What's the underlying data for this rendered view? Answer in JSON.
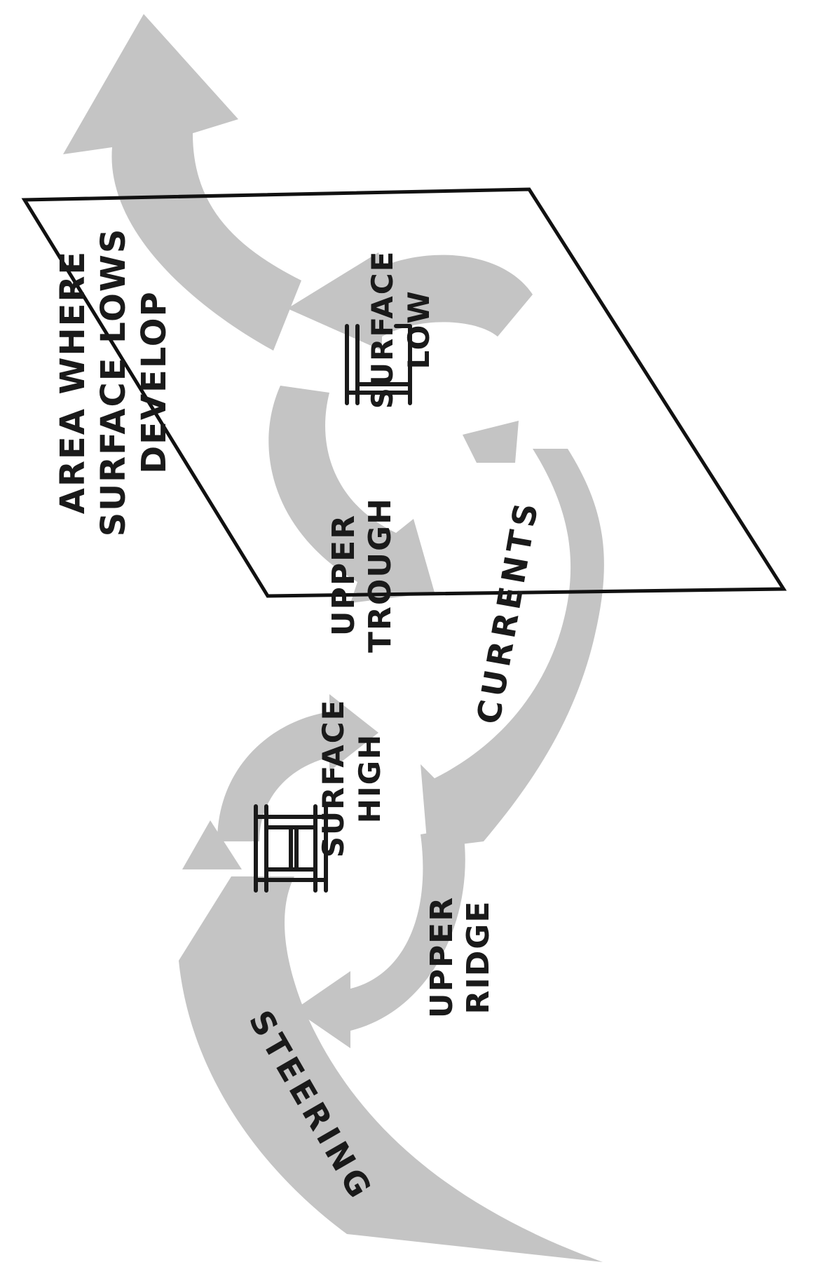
{
  "diagram": {
    "area_label": [
      "AREA WHERE",
      "SURFACE LOWS",
      "DEVELOP"
    ],
    "upper_trough": [
      "UPPER",
      "TROUGH"
    ],
    "upper_ridge": [
      "UPPER",
      "RIDGE"
    ],
    "surface_low": [
      "SURFACE",
      "LOW"
    ],
    "surface_high": [
      "SURFACE",
      "HIGH"
    ],
    "steering": "STEERING",
    "currents": "CURRENTS",
    "low_letter": "L",
    "high_letter": "H"
  },
  "colors": {
    "arrow_fill": "#c4c4c4",
    "line": "#111111",
    "text": "#1a1a1a",
    "background": "#ffffff"
  }
}
